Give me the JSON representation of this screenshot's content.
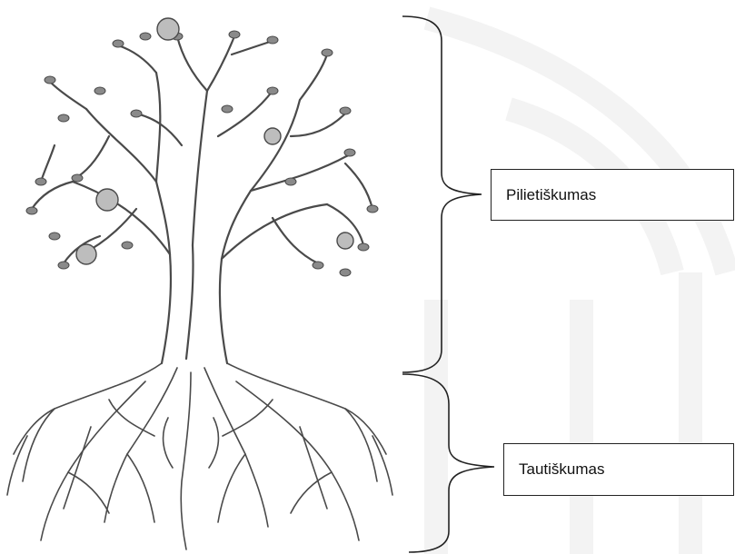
{
  "diagram": {
    "illustration": "tree-with-roots",
    "labels": {
      "upper": "Pilietiškumas",
      "lower": "Tautiškumas"
    },
    "colors": {
      "ink": "#4a4a4a",
      "box_border": "#222222",
      "watermark": "#f4f4f4"
    }
  }
}
